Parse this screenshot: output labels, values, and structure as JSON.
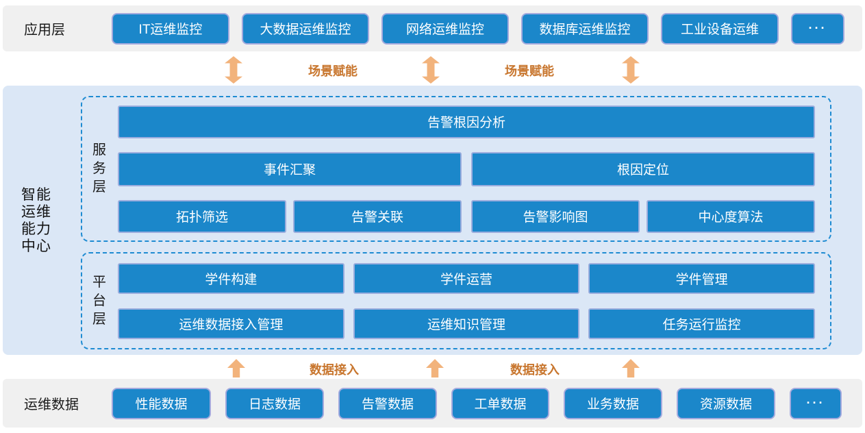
{
  "colors": {
    "box_blue": "#1b87ca",
    "bar_gray": "#f0f0f0",
    "panel_blue": "#dbe7f6",
    "dashed_border_blue": "#1e8bd2",
    "arrow_orange": "#f2b37c",
    "flow_label_orange": "#c8762e"
  },
  "app_layer": {
    "label": "应用层",
    "items": [
      "IT运维监控",
      "大数据运维监控",
      "网络运维监控",
      "数据库运维监控",
      "工业设备运维",
      "···"
    ]
  },
  "scene_flow": {
    "labels": [
      "场景赋能",
      "场景赋能"
    ]
  },
  "center": {
    "label": "智能运维能力中心",
    "service_layer": {
      "label": "服务层",
      "row1": [
        "告警根因分析"
      ],
      "row2": [
        "事件汇聚",
        "根因定位"
      ],
      "row3": [
        "拓扑筛选",
        "告警关联",
        "告警影响图",
        "中心度算法"
      ]
    },
    "platform_layer": {
      "label": "平台层",
      "row1": [
        "学件构建",
        "学件运营",
        "学件管理"
      ],
      "row2": [
        "运维数据接入管理",
        "运维知识管理",
        "任务运行监控"
      ]
    }
  },
  "data_flow": {
    "labels": [
      "数据接入",
      "数据接入"
    ]
  },
  "data_layer": {
    "label": "运维数据",
    "items": [
      "性能数据",
      "日志数据",
      "告警数据",
      "工单数据",
      "业务数据",
      "资源数据",
      "···"
    ]
  }
}
